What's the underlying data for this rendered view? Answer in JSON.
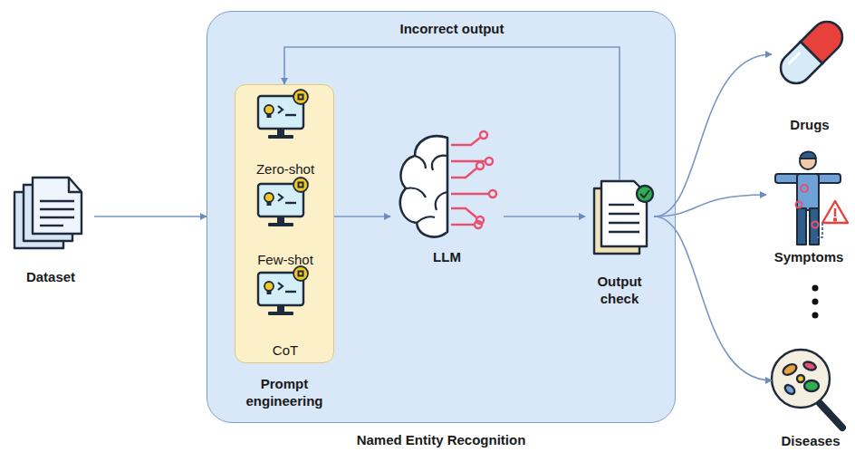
{
  "diagram": {
    "nodes": [
      {
        "text": [
          "Dataset"
        ]
      },
      {
        "text": [
          "Named Entity Recognition"
        ]
      },
      {
        "text": [
          "Prompt engineering"
        ],
        "in": 1
      },
      {
        "text": [
          "Zero-shot"
        ],
        "in": 2
      },
      {
        "text": [
          "Few-shot"
        ],
        "in": 2
      },
      {
        "text": [
          "CoT"
        ],
        "in": 2
      },
      {
        "text": [
          "LLM"
        ],
        "in": 1
      },
      {
        "text": [
          "Output check"
        ],
        "in": 1
      },
      {
        "text": [
          "Drugs"
        ]
      },
      {
        "text": [
          "Symptoms"
        ]
      },
      {
        "text": [
          "Diseases"
        ]
      }
    ],
    "edges": [
      {
        "from": 0,
        "to": 1,
        "arrow": "to"
      },
      {
        "from": 2,
        "to": 6,
        "arrow": "to"
      },
      {
        "from": 6,
        "to": 7,
        "arrow": "to"
      },
      {
        "from": 7,
        "to": 2,
        "label": "Incorrect output",
        "arrow": "to"
      },
      {
        "from": 7,
        "to": 8,
        "arrow": "to"
      },
      {
        "from": 7,
        "to": 9,
        "arrow": "to"
      },
      {
        "from": 7,
        "to": 10,
        "arrow": "to"
      }
    ]
  }
}
